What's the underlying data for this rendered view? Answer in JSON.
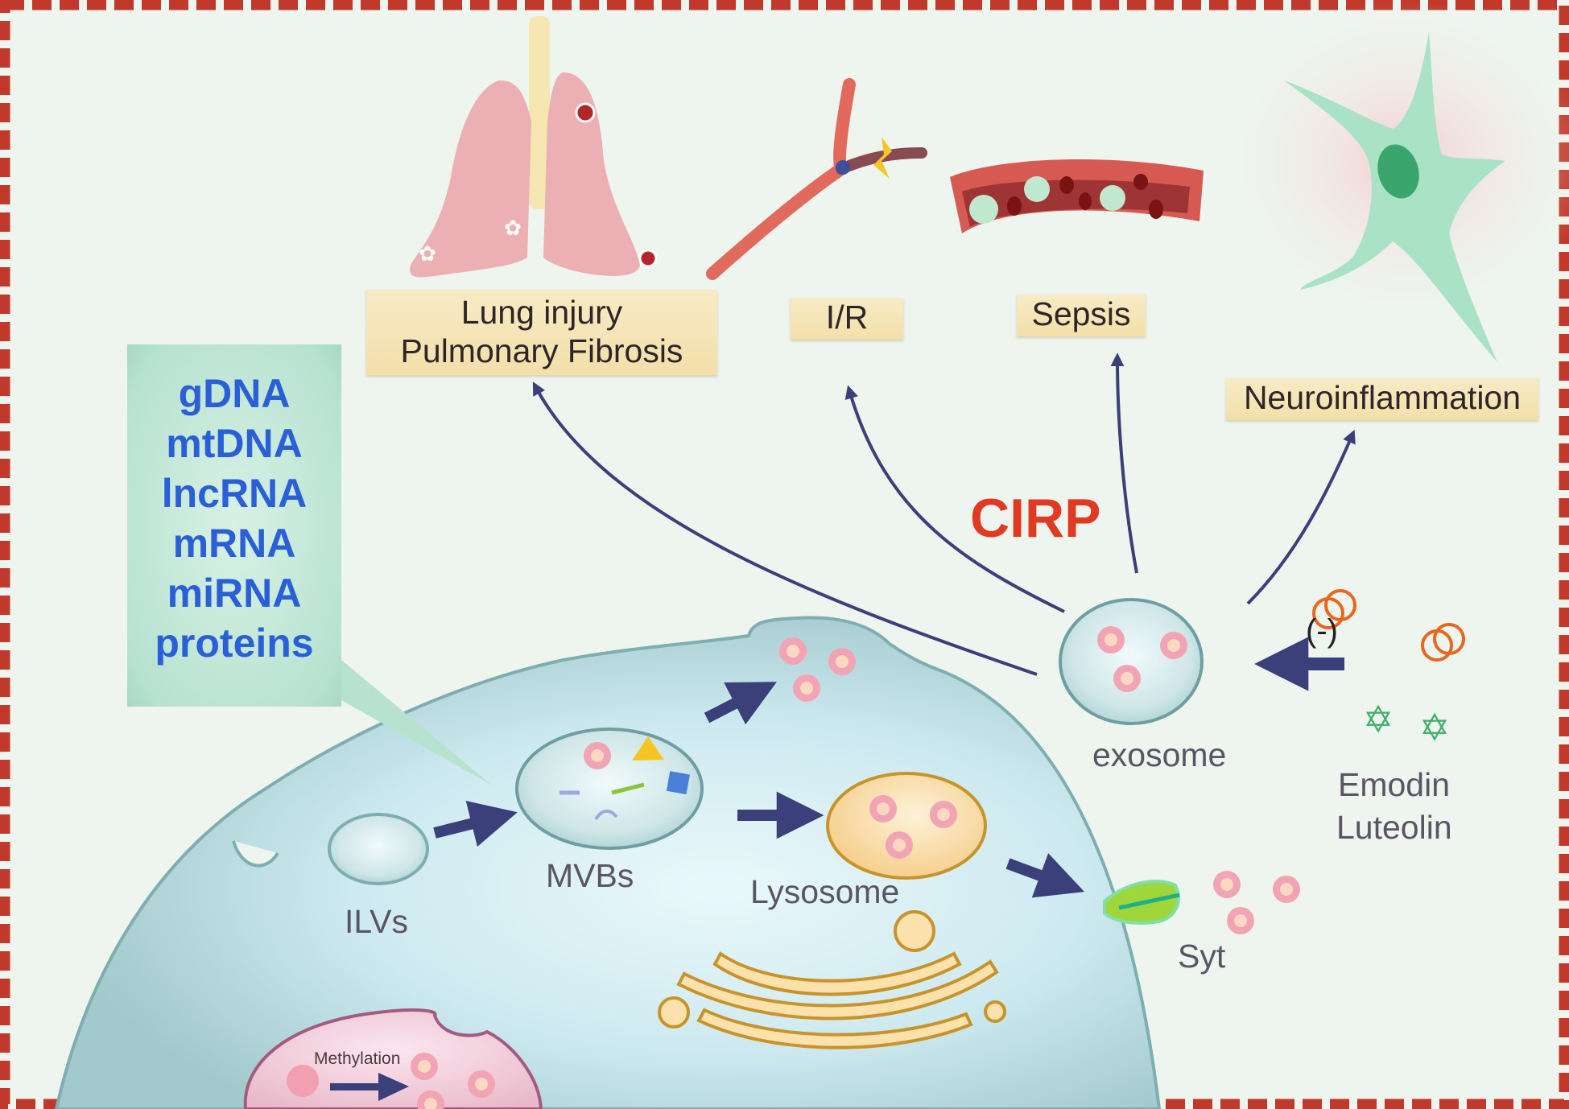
{
  "figure": {
    "central_label": "CIRP",
    "border_color": "#c0392b",
    "background_color": "#eef4ee",
    "arrow_color": "#3b3f7a",
    "accent_text_color": "#e03a22",
    "cargo_text_color": "#2a5fd8"
  },
  "outcomes": [
    {
      "id": "lung",
      "label_line1": "Lung injury",
      "label_line2": "Pulmonary Fibrosis",
      "icon": "lungs-icon"
    },
    {
      "id": "ir",
      "label": "I/R",
      "icon": "blood-vessel-occlusion-icon"
    },
    {
      "id": "sepsis",
      "label": "Sepsis",
      "icon": "blood-vessel-cross-section-icon"
    },
    {
      "id": "neuro",
      "label": "Neuroinflammation",
      "icon": "glial-cell-icon"
    }
  ],
  "cargo": {
    "items": [
      "gDNA",
      "mtDNA",
      "lncRNA",
      "mRNA",
      "miRNA",
      "proteins"
    ]
  },
  "cell": {
    "ilvs_label": "ILVs",
    "mvbs_label": "MVBs",
    "lysosome_label": "Lysosome",
    "syt_label": "Syt",
    "nucleus_label": "Methylation"
  },
  "exosome": {
    "label": "exosome",
    "inhibition_label": "(-)"
  },
  "inhibitors": {
    "line1": "Emodin",
    "line2": "Luteolin"
  }
}
